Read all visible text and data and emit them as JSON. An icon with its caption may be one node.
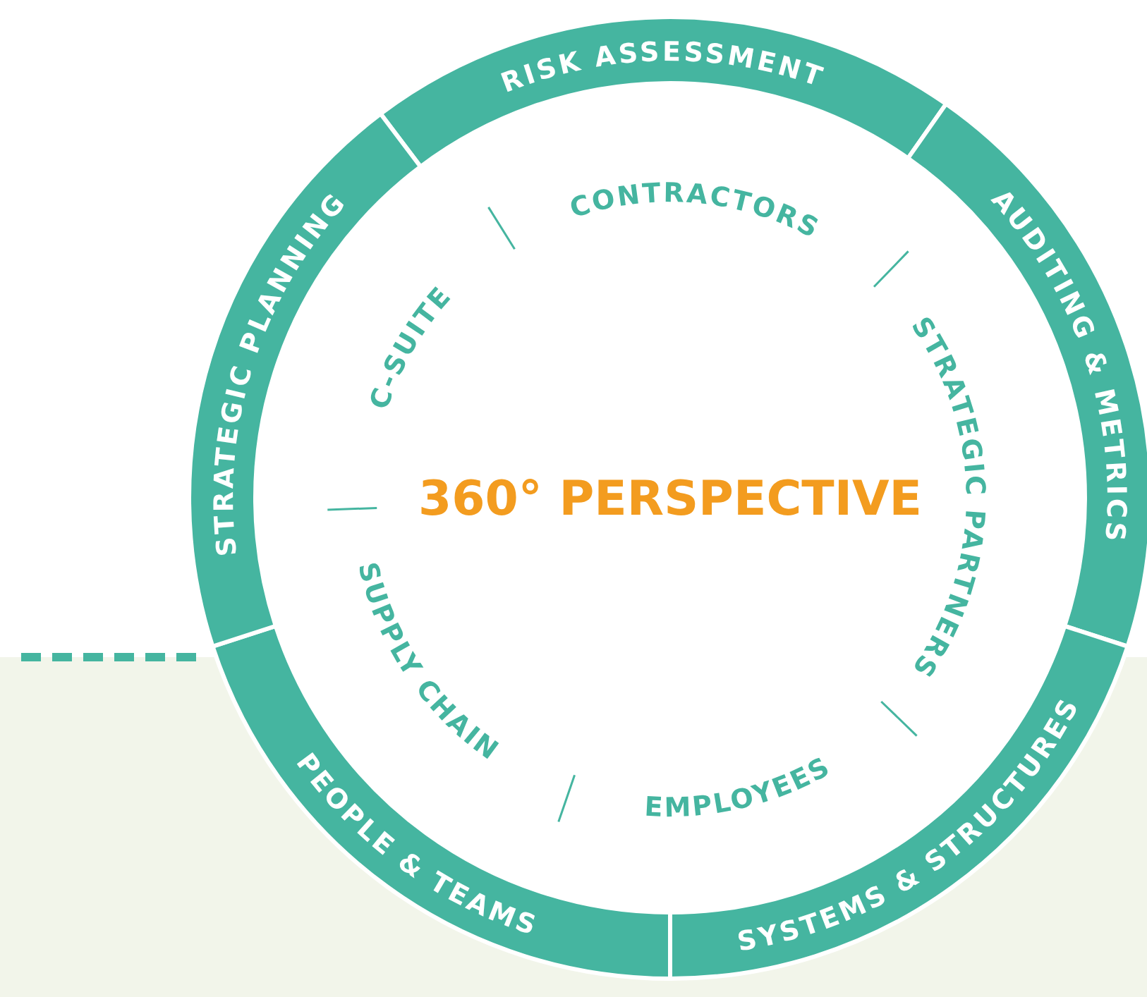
{
  "diagram": {
    "nodes": [
      {
        "text": [
          "RISK ASSESSMENT"
        ]
      },
      {
        "text": [
          "AUDITING & METRICS"
        ]
      },
      {
        "text": [
          "SYSTEMS & STRUCTURES"
        ]
      },
      {
        "text": [
          "PEOPLE & TEAMS"
        ]
      },
      {
        "text": [
          "STRATEGIC PLANNING"
        ]
      }
    ],
    "labels": [
      "CONTRACTORS",
      "C-SUITE",
      "STRATEGIC PARTNERS",
      "360° PERSPECTIVE",
      "SUPPLY CHAIN",
      "EMPLOYEES"
    ]
  }
}
